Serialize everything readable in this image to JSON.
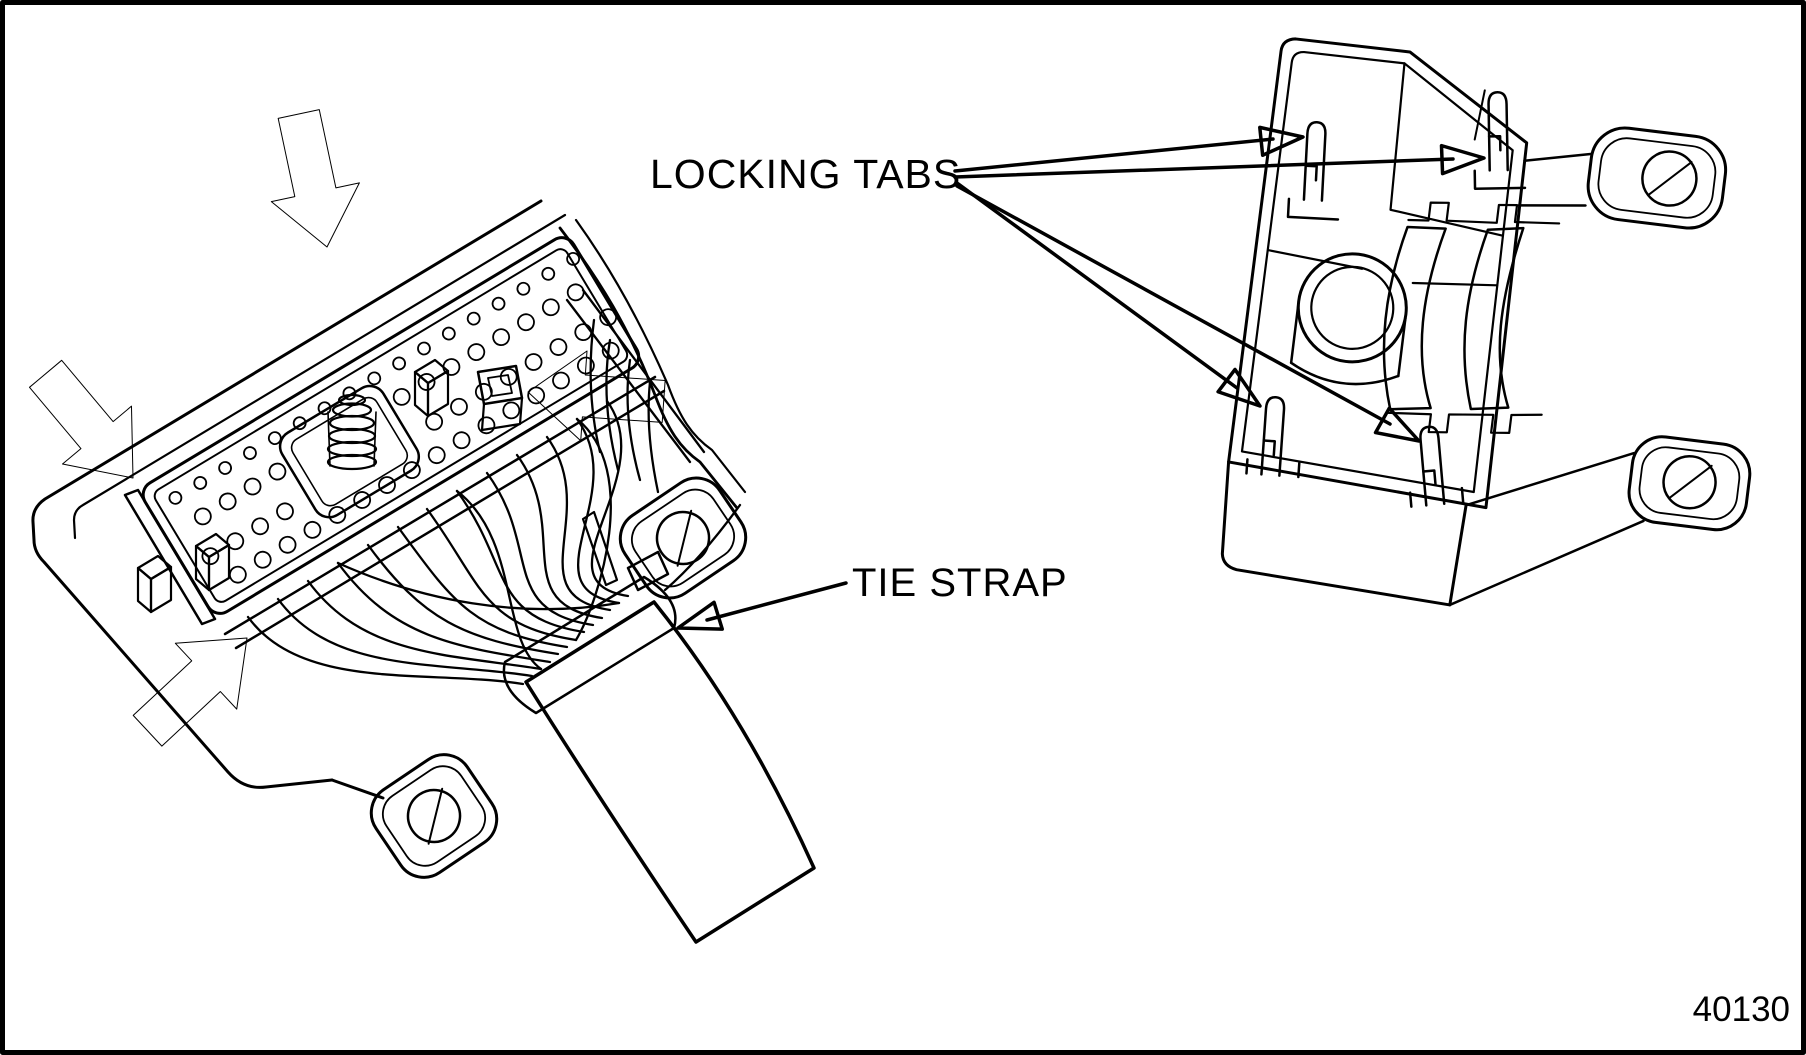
{
  "diagram": {
    "background": "#ffffff",
    "ink": "#000000",
    "labels": {
      "locking_tabs": "LOCKING TABS",
      "tie_strap": "TIE STRAP"
    },
    "figure_number": "40130"
  }
}
